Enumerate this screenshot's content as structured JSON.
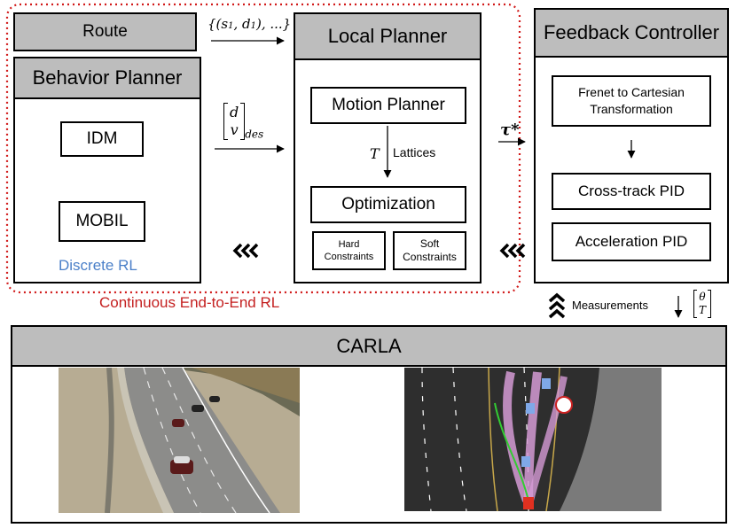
{
  "route": {
    "label": "Route",
    "output": "{(s",
    "output_tail": "), ...}"
  },
  "behavior_planner": {
    "title": "Behavior Planner",
    "idm": "IDM",
    "mobil": "MOBIL",
    "discrete_rl": "Discrete RL"
  },
  "continuous_rl_label": "Continuous End-to-End RL",
  "behavior_output": {
    "top": "d",
    "bottom": "v",
    "subscript": "des"
  },
  "local_planner": {
    "title": "Local Planner",
    "motion_planner": "Motion Planner",
    "tau_symbol": "T",
    "lattices": "Lattices",
    "optimization": "Optimization",
    "hard_constraints": [
      "Hard",
      "Constraints"
    ],
    "soft_constraints": [
      "Soft",
      "Constraints"
    ]
  },
  "tau_star": "τ*",
  "feedback_controller": {
    "title": "Feedback Controller",
    "frenet": [
      "Frenet to Cartesian",
      "Transformation"
    ],
    "cross_track": "Cross-track PID",
    "acceleration": "Acceleration PID"
  },
  "measurements": "Measurements",
  "control_output": {
    "top": "θ",
    "bottom": "T"
  },
  "carla": {
    "title": "CARLA"
  },
  "colors": {
    "header_gray": "#bdbdbd",
    "red_dotted": "#d11a1a",
    "blue_dotted": "#4a7fc8",
    "continuous_text": "#c42020"
  },
  "icons": {
    "feedback_chevrons": "triple-chevron-left-icon",
    "measurement_chevrons": "triple-chevron-up-icon"
  }
}
